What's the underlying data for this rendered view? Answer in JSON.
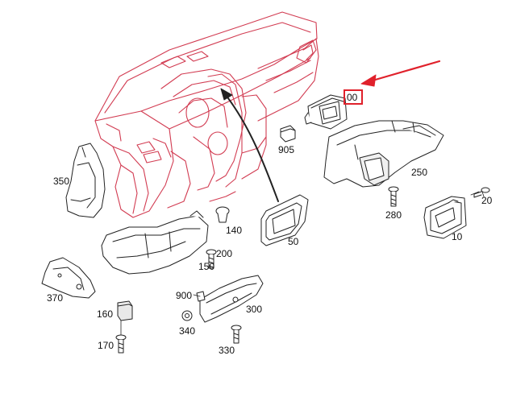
{
  "colors": {
    "dashboard": "#d23c52",
    "parts": "#222222",
    "highlight": "#e0212b",
    "background": "#ffffff"
  },
  "part_labels": {
    "p10": "10",
    "p20": "20",
    "p50": "50",
    "p140": "140",
    "p150": "150",
    "p160": "160",
    "p170": "170",
    "p200": "200",
    "p250": "250",
    "p280": "280",
    "p300": "300",
    "p330": "330",
    "p340": "340",
    "p350": "350",
    "p370": "370",
    "p900": "900",
    "p905": "905",
    "p100": "00"
  }
}
